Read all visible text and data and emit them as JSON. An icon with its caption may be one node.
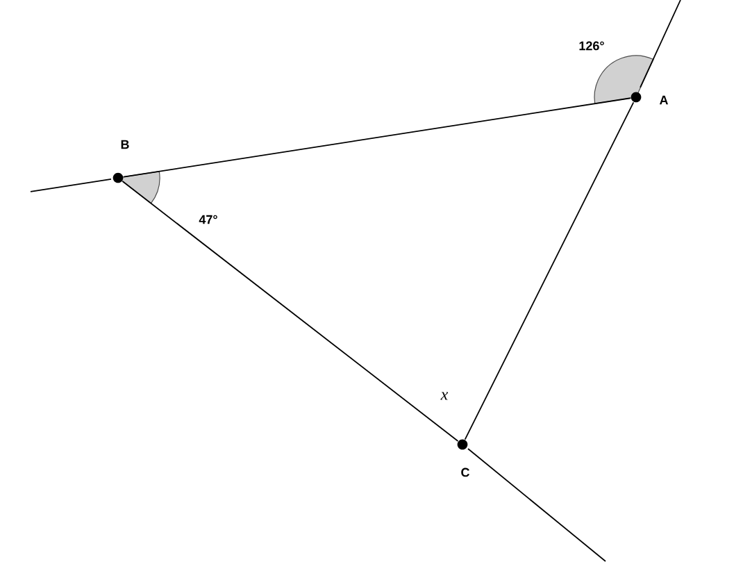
{
  "diagram": {
    "nodes": [
      {
        "text": [],
        "shape": "circle",
        "beside": [
          "A"
        ]
      },
      {
        "text": [],
        "shape": "circle",
        "beside": [
          "B"
        ]
      },
      {
        "text": [],
        "shape": "circle",
        "beside": [
          "C"
        ]
      }
    ],
    "edges": [
      {
        "from": 1,
        "to": 0,
        "arrow": "none"
      },
      {
        "from": 1,
        "to": 2,
        "arrow": "none"
      },
      {
        "from": 2,
        "to": 0,
        "arrow": "none"
      }
    ],
    "labels": [
      "126°",
      "47°",
      "x"
    ]
  }
}
